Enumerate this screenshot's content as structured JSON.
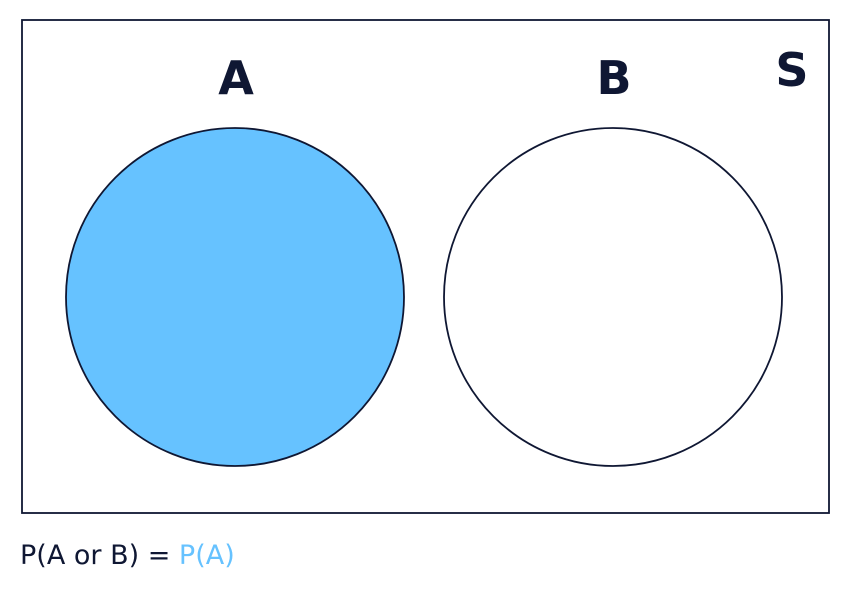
{
  "diagram": {
    "universe_label": "S",
    "sets": [
      {
        "label": "A",
        "shaded": true
      },
      {
        "label": "B",
        "shaded": false
      }
    ]
  },
  "formula": {
    "lhs": "P(A or B) = ",
    "rhs": "P(A)"
  },
  "colors": {
    "ink": "#0f1733",
    "shade": "#66c2ff",
    "highlight_text": "#66c2ff"
  }
}
